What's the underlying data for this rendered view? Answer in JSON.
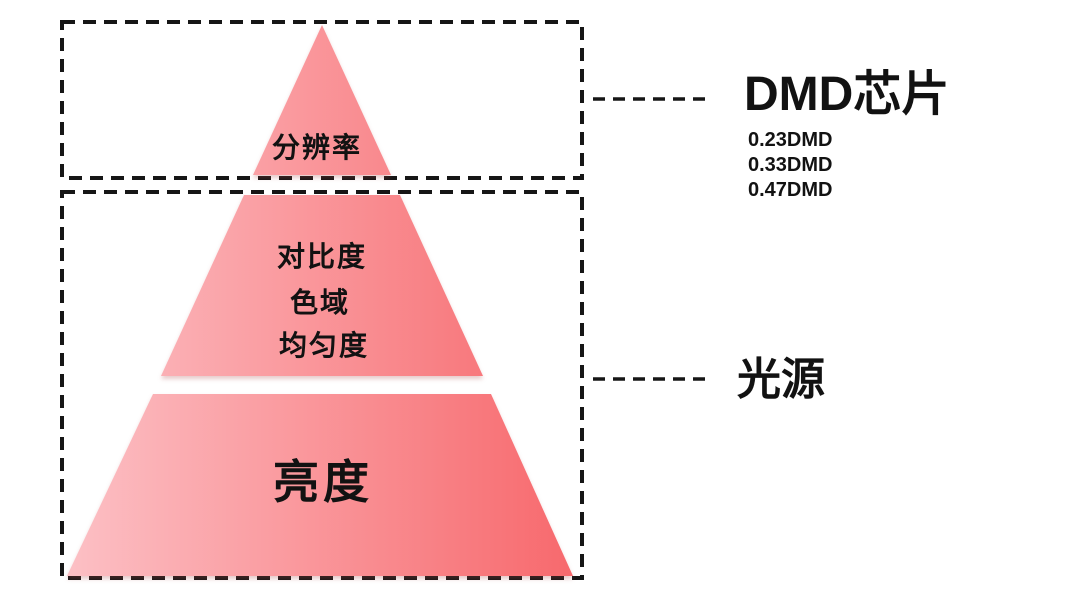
{
  "diagram": {
    "pyramid": {
      "top_tier": {
        "label": "分辨率"
      },
      "middle_tier": {
        "items": [
          "对比度",
          "色域",
          "均匀度"
        ]
      },
      "bottom_tier": {
        "label": "亮度"
      }
    },
    "callouts": {
      "dmd_chip": {
        "title": "DMD芯片",
        "items": [
          "0.23DMD",
          "0.33DMD",
          "0.47DMD"
        ]
      },
      "light_source": {
        "title": "光源"
      }
    },
    "colors": {
      "gradient_light": "#fcc0c5",
      "gradient_dark": "#f7696d",
      "dash": "#161616",
      "text": "#121212"
    }
  }
}
